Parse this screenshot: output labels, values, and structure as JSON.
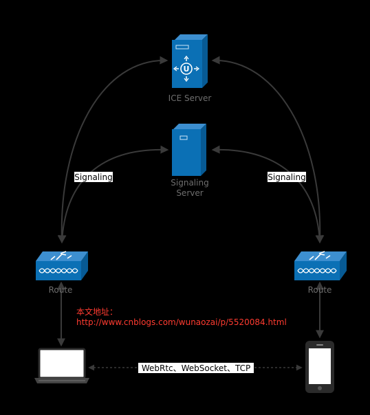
{
  "nodes": {
    "ice_server": {
      "label": "ICE Server"
    },
    "signaling_server": {
      "label_line1": "Signaling",
      "label_line2": "Server"
    },
    "route_left": {
      "label": "Route"
    },
    "route_right": {
      "label": "Route"
    },
    "laptop": {
      "label": ""
    },
    "phone": {
      "label": ""
    }
  },
  "edges": {
    "signaling_left": "Signaling",
    "signaling_right": "Signaling",
    "p2p": "WebRtc、WebSocket、TCP"
  },
  "note": {
    "line1": "本文地址：",
    "line2": "http://www.cnblogs.com/wunaozai/p/5520084.html"
  },
  "colors": {
    "device_blue": "#0b70b5",
    "device_dark": "#075a94",
    "arrow": "#3a3a3a",
    "note": "#ff3b30"
  }
}
